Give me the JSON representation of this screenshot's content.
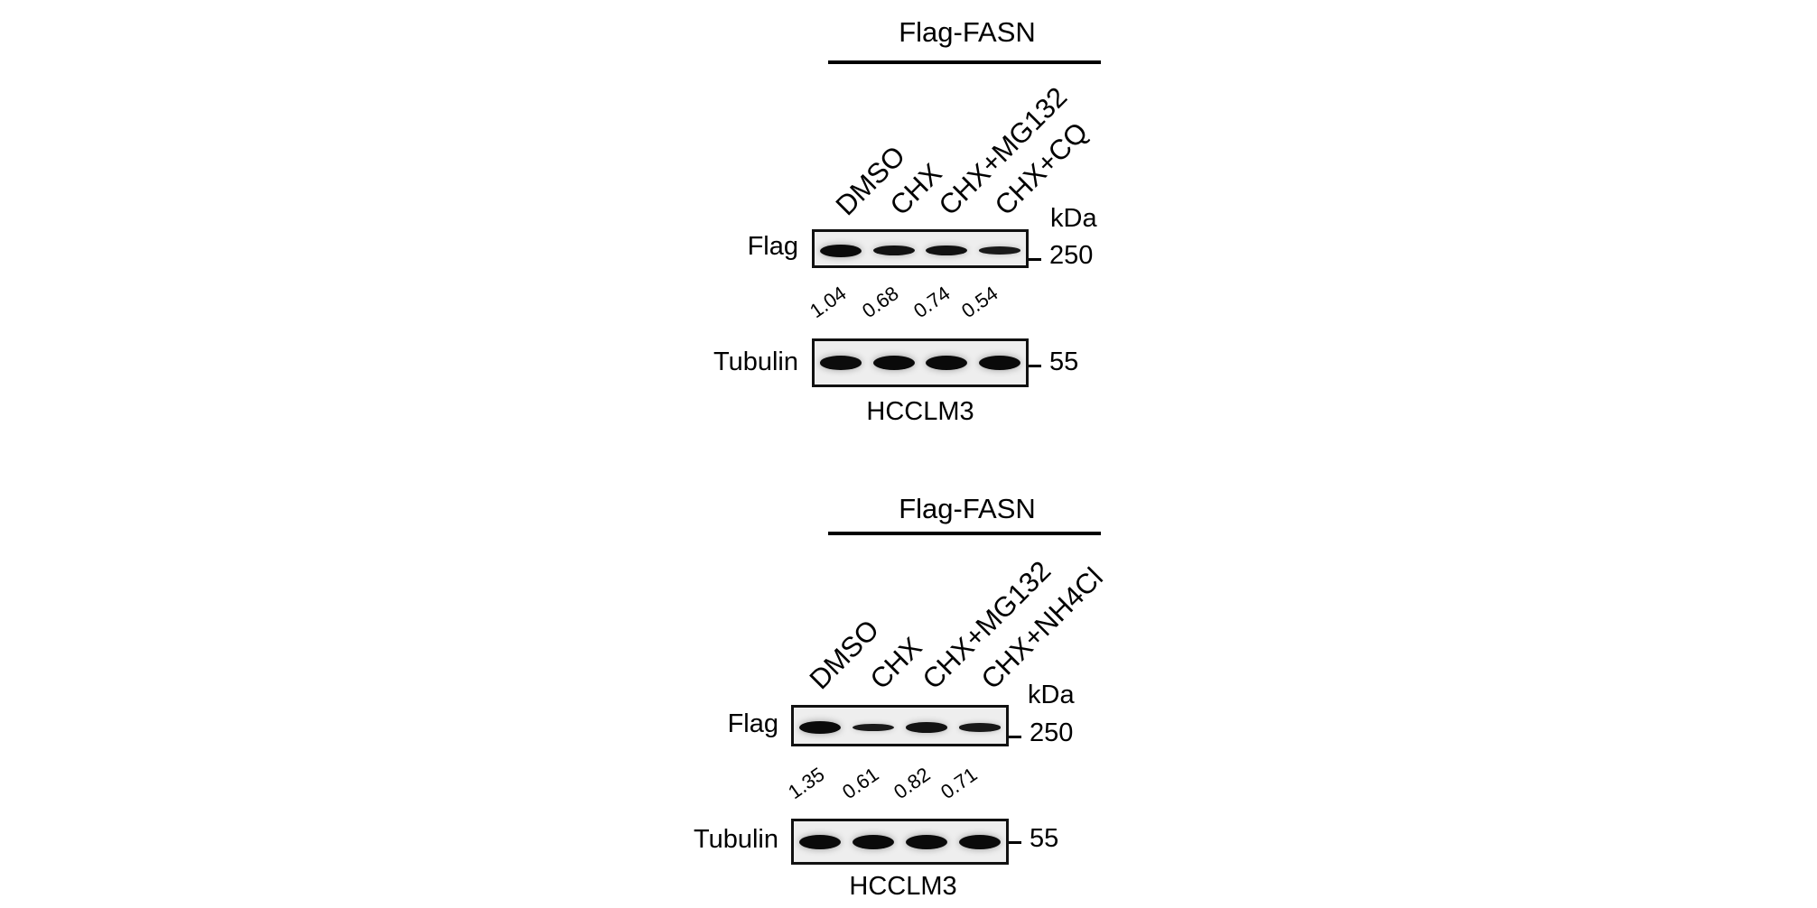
{
  "panels": [
    {
      "construct": "Flag-FASN",
      "lanes": [
        "DMSO",
        "CHX",
        "CHX+MG132",
        "CHX+CQ"
      ],
      "kda_label": "kDa",
      "rows": [
        {
          "label": "Flag",
          "marker": "250",
          "band_intensity": [
            1.0,
            0.8,
            0.82,
            0.6
          ]
        },
        {
          "label": "Tubulin",
          "marker": "55",
          "band_intensity": [
            0.95,
            1.0,
            1.0,
            1.0
          ]
        }
      ],
      "quantification": [
        "1.04",
        "0.68",
        "0.74",
        "0.54"
      ],
      "cell_line": "HCCLM3"
    },
    {
      "construct": "Flag-FASN",
      "lanes": [
        "DMSO",
        "CHX",
        "CHX+MG132",
        "CHX+NH4Cl"
      ],
      "lane4_parts": {
        "pre": "CHX+NH",
        "sub": "4",
        "post": "Cl"
      },
      "kda_label": "kDa",
      "rows": [
        {
          "label": "Flag",
          "marker": "250",
          "band_intensity": [
            1.0,
            0.6,
            0.8,
            0.65
          ]
        },
        {
          "label": "Tubulin",
          "marker": "55",
          "band_intensity": [
            1.0,
            1.0,
            1.0,
            1.0
          ]
        }
      ],
      "quantification": [
        "1.35",
        "0.61",
        "0.82",
        "0.71"
      ],
      "cell_line": "HCCLM3"
    }
  ]
}
